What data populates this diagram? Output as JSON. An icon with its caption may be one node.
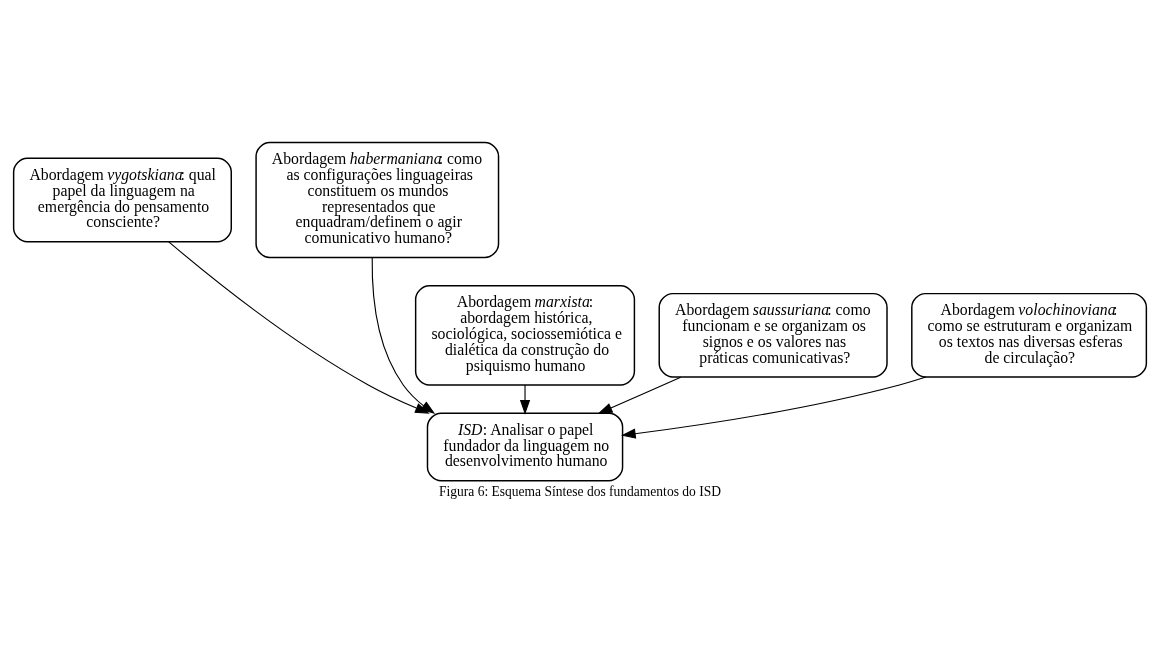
{
  "diagram": {
    "caption": "Figura 6: Esquema Síntese dos fundamentos do ISD",
    "nodes": [
      {
        "text": [
          "Abordagem *vygotskiana*: qual papel da linguagem na emergência do pensamento consciente?"
        ]
      },
      {
        "text": [
          "Abordagem *habermaniana*: como as configurações linguageiras constituem os mundos representados que enquadram/definem o agir comunicativo humano?"
        ]
      },
      {
        "text": [
          "Abordagem *marxista*: abordagem histórica, sociológica, sociossemiótica e dialética da construção do psiquismo humano"
        ]
      },
      {
        "text": [
          "Abordagem *saussuriana*: como funcionam e se organizam os signos e os valores nas práticas comunicativas?"
        ]
      },
      {
        "text": [
          "Abordagem *volochinoviana*: como se estruturam e organizam os textos nas diversas esferas de circulação?"
        ]
      },
      {
        "text": [
          "*ISD*: Analisar o papel fundador da linguagem no desenvolvimento humano"
        ]
      }
    ],
    "edges": [
      {
        "from": 0,
        "to": 5,
        "arrow": "to"
      },
      {
        "from": 1,
        "to": 5,
        "arrow": "to"
      },
      {
        "from": 2,
        "to": 5,
        "arrow": "to"
      },
      {
        "from": 3,
        "to": 5,
        "arrow": "to"
      },
      {
        "from": 4,
        "to": 5,
        "arrow": "to"
      }
    ]
  }
}
